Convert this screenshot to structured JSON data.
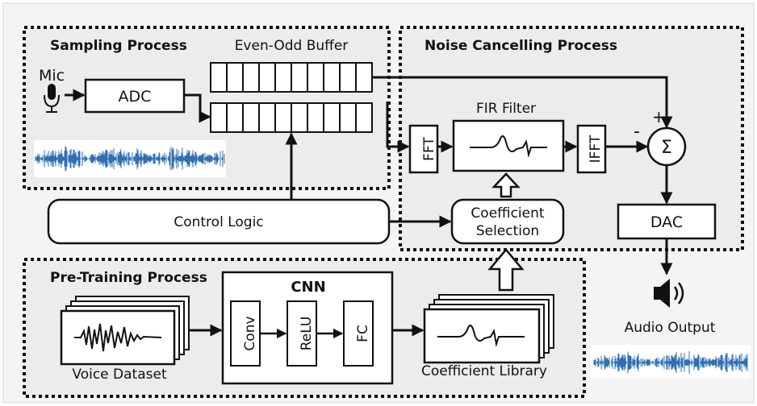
{
  "sections": {
    "sampling": "Sampling Process",
    "noise_cancelling": "Noise Cancelling Process",
    "pretraining": "Pre-Training Process"
  },
  "labels": {
    "mic": "Mic",
    "adc": "ADC",
    "buffer": "Even-Odd Buffer",
    "fir": "FIR Filter",
    "fft": "FFT",
    "ifft": "IFFT",
    "sum": "Σ",
    "plus": "+",
    "minus": "-",
    "dac": "DAC",
    "control_logic": "Control Logic",
    "coeff_selection_1": "Coefficient",
    "coeff_selection_2": "Selection",
    "cnn": "CNN",
    "conv": "Conv",
    "relu": "ReLU",
    "fc": "FC",
    "voice_dataset": "Voice Dataset",
    "coefficient_library": "Coefficient Library",
    "audio_output": "Audio Output"
  },
  "colors": {
    "panel_bg": "#ececec",
    "waveform": "#2f6fb3",
    "stroke": "#111111"
  }
}
